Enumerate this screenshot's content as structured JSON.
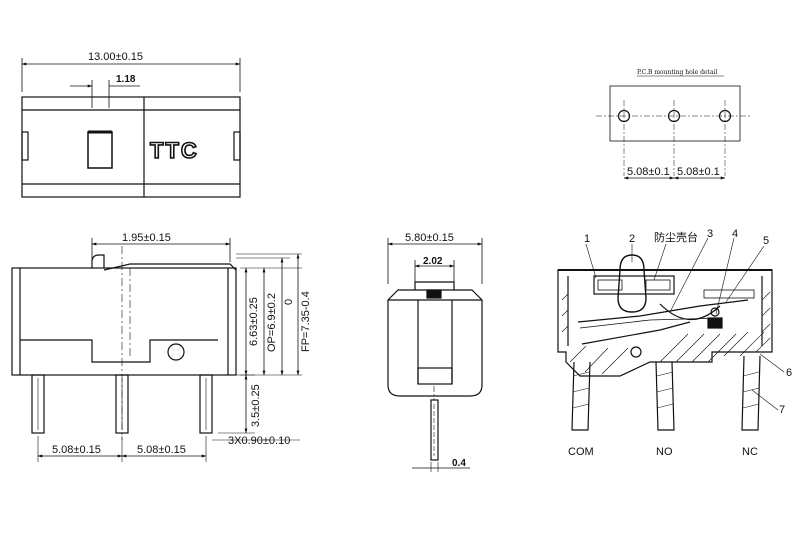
{
  "top_view": {
    "width_dim": "13.00±0.15",
    "actuator_dim": "1.18",
    "brand": "TTC"
  },
  "pcb_detail": {
    "title": "P.C.B mounting hole detail",
    "pitch_left": "5.08±0.1",
    "pitch_right": "5.08±0.1"
  },
  "side_view": {
    "actuator_offset": "1.95±0.15",
    "h_663": "6.63±0.25",
    "op": "OP=6.9±0.2",
    "zero": "0",
    "fp": "FP=7.35-0.4",
    "pin_len": "3.5±0.25",
    "pitch_left": "5.08±0.15",
    "pitch_right": "5.08±0.15",
    "pin_size": "3X0.90±0.10"
  },
  "front_view": {
    "width_dim": "5.80±0.15",
    "actuator_width": "2.02",
    "pin_thk": "0.4"
  },
  "section_view": {
    "callouts": [
      "1",
      "2",
      "3",
      "4",
      "5",
      "6",
      "7"
    ],
    "cjk_label": "防尘壳台",
    "pins": [
      "COM",
      "NO",
      "NC"
    ]
  }
}
